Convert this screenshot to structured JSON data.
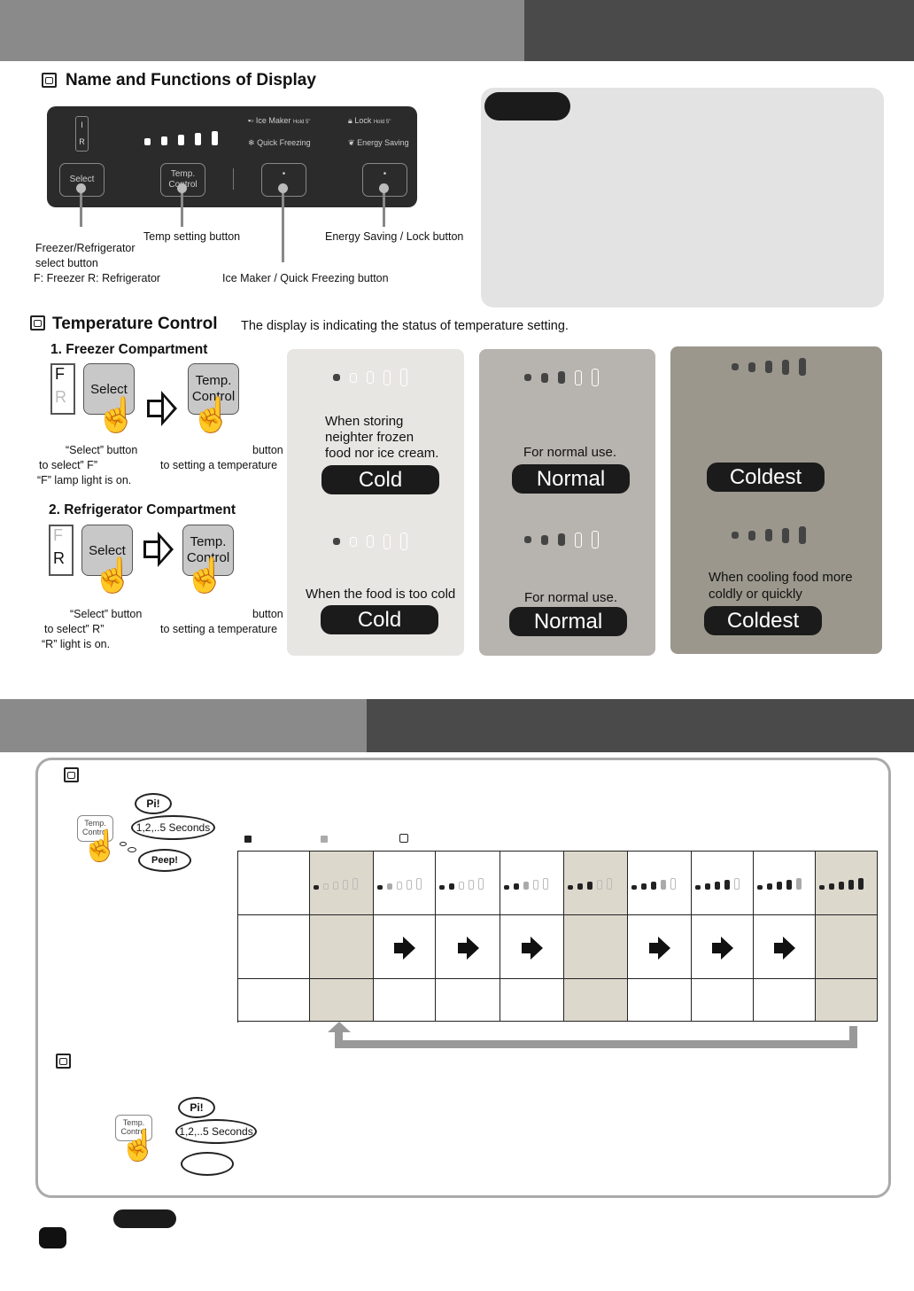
{
  "section1": {
    "title": "Name and Functions of Display",
    "display": {
      "indicator_top": "I",
      "indicator_bottom": "R",
      "ice_maker": "Ice Maker",
      "ice_maker_hold": "Hold 5\"",
      "lock": "Lock",
      "lock_hold": "Hold 5\"",
      "quick_freezing": "Quick Freezing",
      "energy_saving": "Energy Saving",
      "select_btn": "Select",
      "temp_btn_line1": "Temp.",
      "temp_btn_line2": "Control",
      "btn3": "•",
      "btn4": "•"
    },
    "callouts": {
      "freezer_select_1": "Freezer/Refrigerator",
      "freezer_select_2": "select button",
      "freezer_select_3": "F: Freezer  R: Refrigerator",
      "temp_setting": "Temp setting button",
      "ice_maker_quick": "Ice Maker / Quick Freezing button",
      "energy_lock": "Energy Saving / Lock button"
    }
  },
  "section2": {
    "title": "Temperature Control",
    "subtitle": "The display is indicating the  status of temperature setting.",
    "freezer": {
      "title": "1. Freezer Compartment",
      "frame_f": "F",
      "frame_r": "R",
      "select_label": "Select",
      "temp_label_1": "Temp.",
      "temp_label_2": "Control",
      "caption_left_1": "“Select” button",
      "caption_left_2": "to select” F”",
      "caption_left_3": "“F” lamp light is on.",
      "caption_right_1": "button",
      "caption_right_2": "to setting a temperature"
    },
    "refrigerator": {
      "title": "2. Refrigerator Compartment",
      "frame_f": "F",
      "frame_r": "R",
      "select_label": "Select",
      "temp_label_1": "Temp.",
      "temp_label_2": "Control",
      "caption_left_1": "“Select” button",
      "caption_left_2": "to select” R”",
      "caption_left_3": "“R” light is on.",
      "caption_right_1": "button",
      "caption_right_2": "to setting a temperature"
    },
    "panels": {
      "cold": {
        "top_text_1": "When storing",
        "top_text_2": "neighter frozen",
        "top_text_3": "food nor ice cream.",
        "top_pill": "Cold",
        "bottom_text": "When the food is too cold",
        "bottom_pill": "Cold",
        "lit_dots": 1
      },
      "normal": {
        "top_text": "For normal use.",
        "top_pill": "Normal",
        "bottom_text": "For normal use.",
        "bottom_pill": "Normal",
        "lit_dots": 3
      },
      "coldest": {
        "top_pill": "Coldest",
        "bottom_text_1": "When cooling food more",
        "bottom_text_2": "coldly or quickly",
        "bottom_pill": "Coldest",
        "lit_dots": 5
      }
    }
  },
  "section3": {
    "temp_btn_line1": "Temp.",
    "temp_btn_line2": "Control",
    "bubble_pi": "Pi!",
    "bubble_seconds": "1,2,..5 Seconds",
    "bubble_peep": "Peep!",
    "bubble2_pi": "Pi!",
    "bubble2_seconds": "1,2,..5 Seconds",
    "steps": [
      {
        "levels": [
          2,
          0,
          0,
          0,
          0
        ],
        "shaded": true,
        "arrow": false
      },
      {
        "levels": [
          2,
          1,
          0,
          0,
          0
        ],
        "shaded": false,
        "arrow": true
      },
      {
        "levels": [
          2,
          2,
          0,
          0,
          0
        ],
        "shaded": false,
        "arrow": true
      },
      {
        "levels": [
          2,
          2,
          1,
          0,
          0
        ],
        "shaded": false,
        "arrow": true
      },
      {
        "levels": [
          2,
          2,
          2,
          0,
          0
        ],
        "shaded": true,
        "arrow": false
      },
      {
        "levels": [
          2,
          2,
          2,
          1,
          0
        ],
        "shaded": false,
        "arrow": true
      },
      {
        "levels": [
          2,
          2,
          2,
          2,
          0
        ],
        "shaded": false,
        "arrow": true
      },
      {
        "levels": [
          2,
          2,
          2,
          2,
          1
        ],
        "shaded": false,
        "arrow": true
      },
      {
        "levels": [
          2,
          2,
          2,
          2,
          2
        ],
        "shaded": true,
        "arrow": false
      }
    ]
  },
  "colors": {
    "band_light": "#8a8a8a",
    "band_dark": "#4a4a4a",
    "panel_light": "#e8e6e3",
    "panel_mid": "#b7b3ae",
    "panel_dark": "#9b978c",
    "table_shade": "#ddd8cc"
  }
}
